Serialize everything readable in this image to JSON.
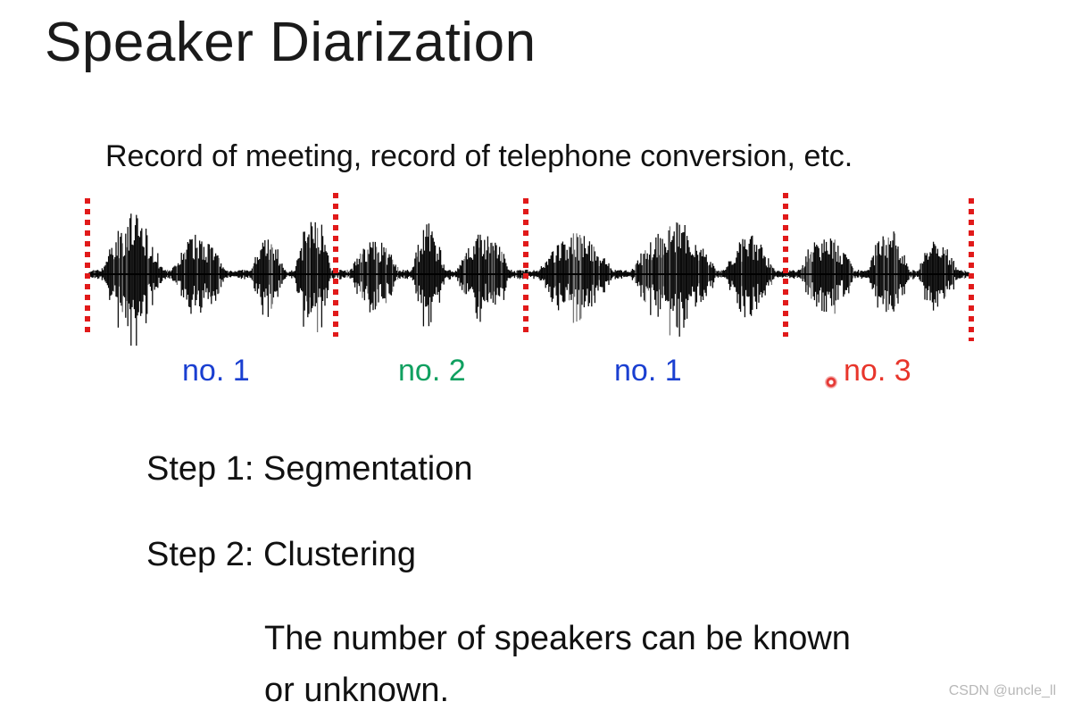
{
  "slide": {
    "title": "Speaker Diarization",
    "subtitle": "Record of meeting, record of telephone conversion, etc."
  },
  "segments": [
    {
      "label": "no. 1",
      "color": "#1a3fd1"
    },
    {
      "label": "no. 2",
      "color": "#10a060"
    },
    {
      "label": "no. 1",
      "color": "#1a3fd1"
    },
    {
      "label": "no. 3",
      "color": "#e8352b"
    }
  ],
  "boundary_color": "#e11a1a",
  "steps": {
    "step1": "Step 1: Segmentation",
    "step2": "Step 2: Clustering"
  },
  "note": {
    "line1": "The number of speakers can be known",
    "line2": "or unknown."
  },
  "watermark": "CSDN @uncle_ll"
}
